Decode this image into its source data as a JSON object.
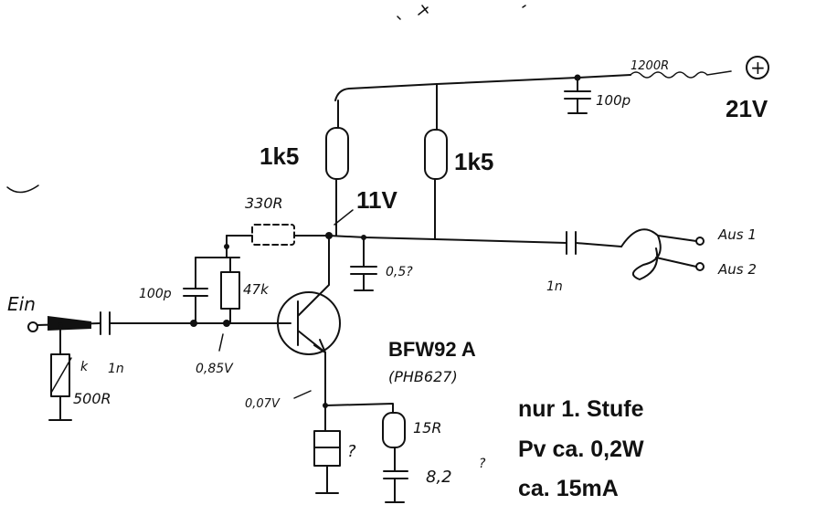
{
  "supply": {
    "symbol": "+",
    "voltage": "21V",
    "series_r": "1200R",
    "decoupling_cap": "100p"
  },
  "collector_resistors": {
    "left": "1k5",
    "right": "1k5"
  },
  "collector_voltage": "11V",
  "feedback": {
    "series_r": "330R",
    "r": "47k",
    "cap": "100p"
  },
  "collector_cap": "0,5?",
  "input": {
    "label": "Ein",
    "coupling_cap": "1n",
    "termination": "500R",
    "k_mark": "k"
  },
  "base_voltage": "0,85V",
  "transistor": {
    "type": "BFW92 A",
    "alt_type": "(PHB627)"
  },
  "emitter_voltage": "0,07V",
  "emitter": {
    "r": "15R",
    "cap": "8,2",
    "cap_q": "?",
    "left_q": "?"
  },
  "output": {
    "coupling_cap": "1n",
    "out1": "Aus 1",
    "out2": "Aus 2"
  },
  "notes": [
    "nur 1. Stufe",
    "Pv ca. 0,2W",
    "ca. 15mA"
  ]
}
